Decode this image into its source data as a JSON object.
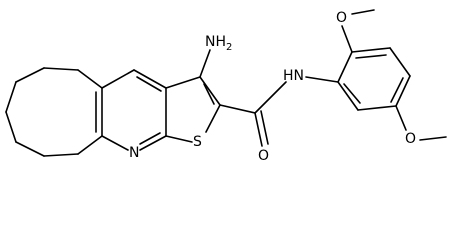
{
  "structure": {
    "labels": {
      "amine": "NH",
      "amine_sub": "2",
      "amide_nh": "HN",
      "carbonyl_o": "O",
      "thiophene_s": "S",
      "pyridine_n": "N",
      "methoxy_top_o": "O",
      "methoxy_bottom_o": "O"
    }
  }
}
